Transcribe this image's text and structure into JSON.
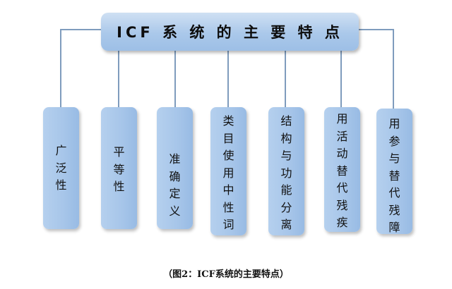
{
  "diagram": {
    "title": "ICF 系 统 的 主 要 特 点",
    "items": [
      {
        "text": "广\n泛\n性"
      },
      {
        "text": "平\n等\n性"
      },
      {
        "text": "准\n确\n定\n义"
      },
      {
        "text": "类\n目\n使\n用\n中\n性\n词"
      },
      {
        "text": "结\n构\n与\n功\n能\n分\n离"
      },
      {
        "text": "用\n活\n动\n替\n代\n残\n疾"
      },
      {
        "text": "用\n参\n与\n替\n代\n残\n障"
      }
    ],
    "caption": "（图2：ICF系统的主要特点）",
    "colors": {
      "box": "#a6c5e9",
      "connector": "#7f9cbd"
    }
  }
}
